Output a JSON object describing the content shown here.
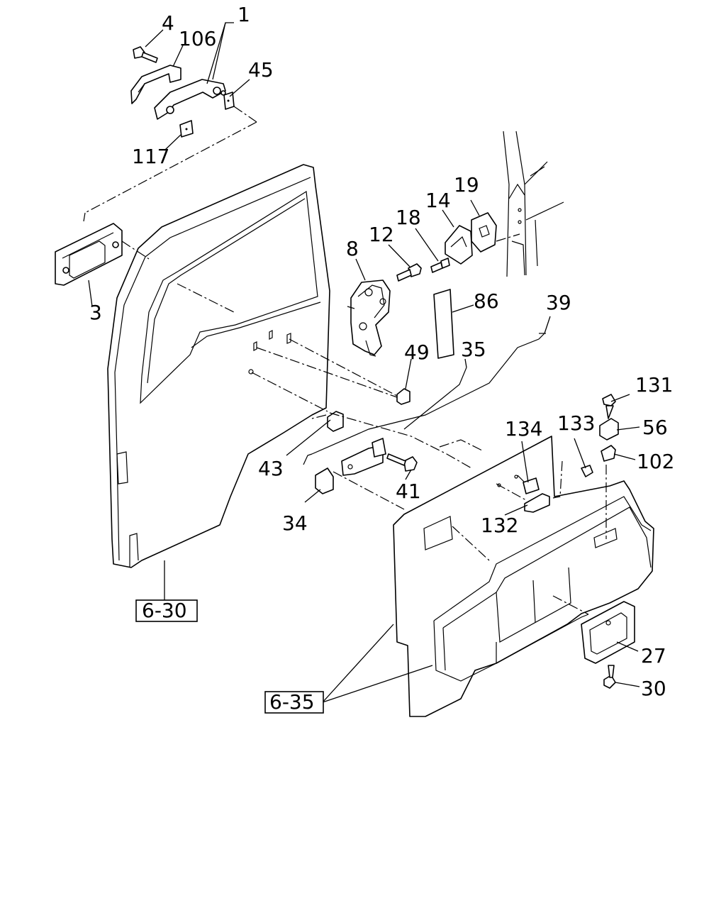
{
  "callouts": [
    {
      "id": "p1",
      "text": "1"
    },
    {
      "id": "p4",
      "text": "4"
    },
    {
      "id": "p106",
      "text": "106"
    },
    {
      "id": "p45",
      "text": "45"
    },
    {
      "id": "p117",
      "text": "117"
    },
    {
      "id": "p3",
      "text": "3"
    },
    {
      "id": "p8",
      "text": "8"
    },
    {
      "id": "p12",
      "text": "12"
    },
    {
      "id": "p18",
      "text": "18"
    },
    {
      "id": "p14",
      "text": "14"
    },
    {
      "id": "p19",
      "text": "19"
    },
    {
      "id": "p86",
      "text": "86"
    },
    {
      "id": "p39",
      "text": "39"
    },
    {
      "id": "p49",
      "text": "49"
    },
    {
      "id": "p35",
      "text": "35"
    },
    {
      "id": "p43",
      "text": "43"
    },
    {
      "id": "p41",
      "text": "41"
    },
    {
      "id": "p34",
      "text": "34"
    },
    {
      "id": "p131",
      "text": "131"
    },
    {
      "id": "p56",
      "text": "56"
    },
    {
      "id": "p102",
      "text": "102"
    },
    {
      "id": "p134",
      "text": "134"
    },
    {
      "id": "p133",
      "text": "133"
    },
    {
      "id": "p132",
      "text": "132"
    },
    {
      "id": "p27",
      "text": "27"
    },
    {
      "id": "p30",
      "text": "30"
    }
  ],
  "section_refs": [
    {
      "id": "ref630",
      "text": "6-30"
    },
    {
      "id": "ref635",
      "text": "6-35"
    }
  ]
}
